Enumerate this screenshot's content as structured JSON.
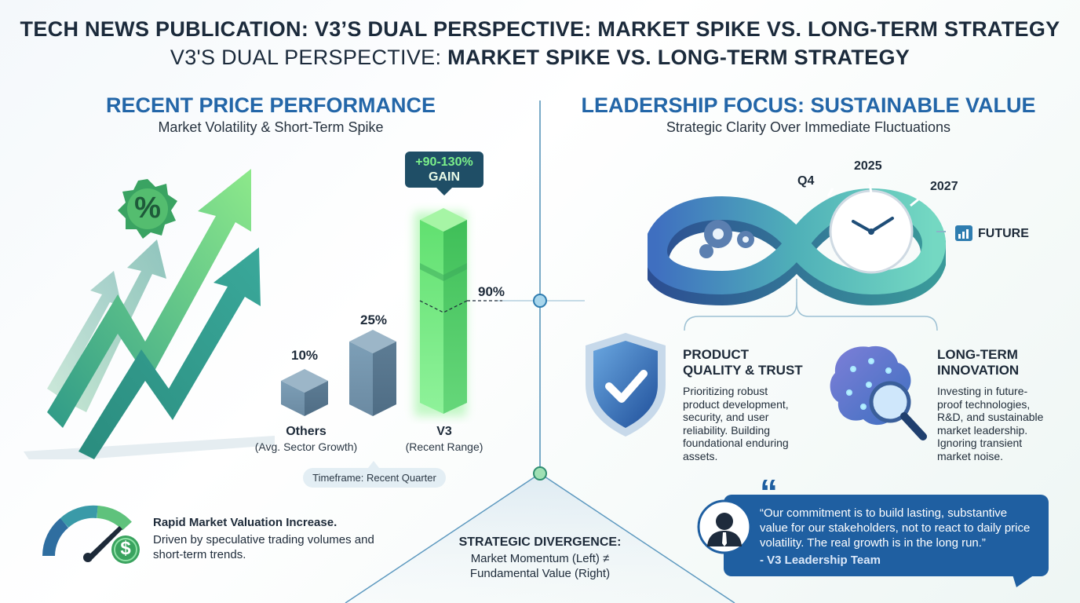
{
  "header": {
    "title_line1": "TECH NEWS PUBLICATION: V3’S DUAL PERSPECTIVE: MARKET SPIKE VS. LONG-TERM STRATEGY",
    "title_line2_light": "V3'S DUAL PERSPECTIVE: ",
    "title_line2_bold": "MARKET SPIKE VS. LONG-TERM STRATEGY"
  },
  "left": {
    "heading": "RECENT PRICE PERFORMANCE",
    "subheading": "Market Volatility & Short-Term Spike",
    "percent_badge": "%",
    "gain_badge": {
      "range": "+90-130%",
      "label": "GAIN"
    },
    "bars": [
      {
        "value": "10%",
        "name": "",
        "caption": ""
      },
      {
        "value": "25%",
        "name": "",
        "caption": ""
      },
      {
        "value": "90%",
        "name": "V3",
        "caption": "(Recent Range)"
      }
    ],
    "others_label": "Others",
    "others_caption": "(Avg. Sector Growth)",
    "timeframe": "Timeframe: Recent Quarter",
    "gauge_title": "Rapid Market Valuation Increase.",
    "gauge_text": "Driven by speculative trading volumes and short-term trends.",
    "gauge_symbol": "$"
  },
  "center": {
    "divergence_title": "STRATEGIC DIVERGENCE:",
    "divergence_line1": "Market Momentum (Left) ≠",
    "divergence_line2": "Fundamental Value (Right)"
  },
  "right": {
    "heading": "LEADERSHIP FOCUS: SUSTAINABLE VALUE",
    "subheading": "Strategic Clarity Over Immediate Fluctuations",
    "timeline": {
      "q4": "Q4",
      "y2025": "2025",
      "y2027": "2027",
      "future": "FUTURE"
    },
    "cards": [
      {
        "title_l1": "PRODUCT",
        "title_l2": "QUALITY & TRUST",
        "body": "Prioritizing robust product development, security, and user reliability. Building foundational enduring assets."
      },
      {
        "title_l1": "LONG-TERM",
        "title_l2": "INNOVATION",
        "body": "Investing in future-proof technologies, R&D, and sustainable market leadership. Ignoring transient market noise."
      }
    ],
    "quote": {
      "mark": "“",
      "text": "“Our commitment is to build lasting, substantive value for our stakeholders, not to react to daily price volatility. The real growth is in the long run.”",
      "by": "- V3 Leadership Team"
    }
  },
  "colors": {
    "heading_blue": "#2366a8",
    "title_dark": "#1b2a3b",
    "green": "#5fd36a",
    "quote_blue": "#1f5fa1"
  }
}
